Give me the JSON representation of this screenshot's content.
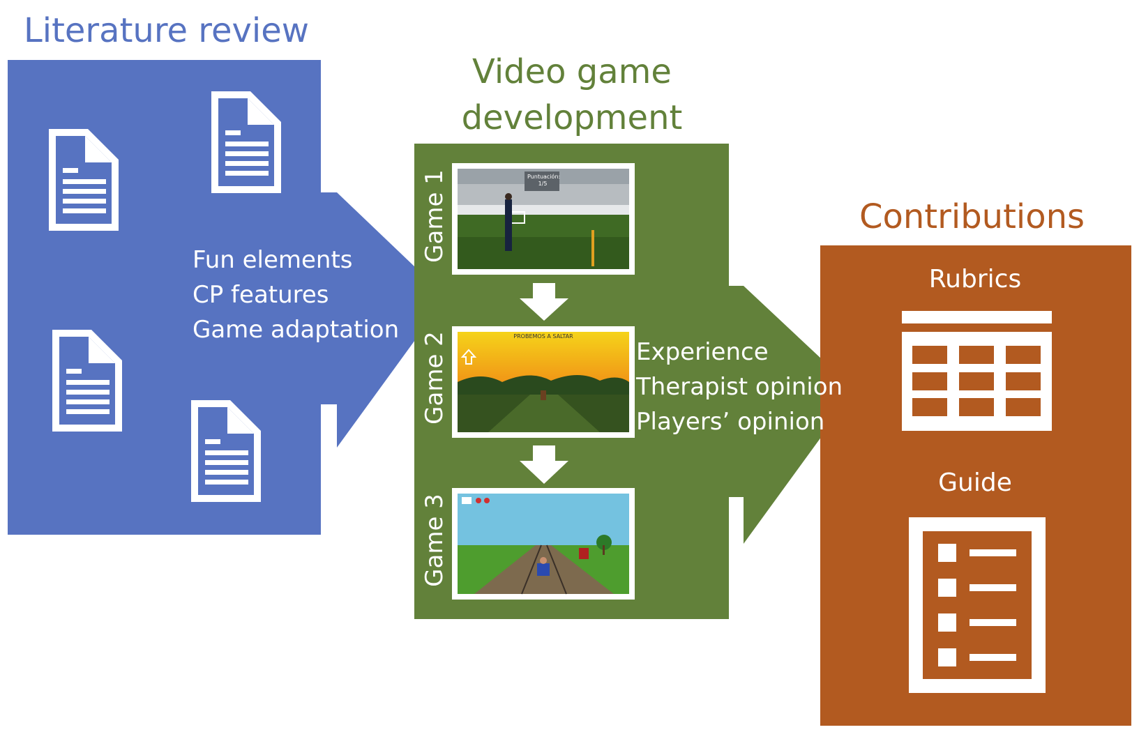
{
  "literature_review": {
    "title": "Literature review",
    "items": [
      "Fun elements",
      "CP features",
      "Game adaptation"
    ],
    "icon": "document-icon"
  },
  "video_game_development": {
    "title_line1": "Video game",
    "title_line2": "development",
    "games": [
      {
        "label": "Game 1",
        "screen_hud": "Puntuación:",
        "screen_score": "1/5"
      },
      {
        "label": "Game 2",
        "screen_hud": "PROBEMOS A SALTAR"
      },
      {
        "label": "Game 3"
      }
    ],
    "items": [
      "Experience",
      "Therapist opinion",
      "Players’ opinion"
    ]
  },
  "contributions": {
    "title": "Contributions",
    "rubrics_label": "Rubrics",
    "guide_label": "Guide"
  },
  "colors": {
    "blue": "#5773c1",
    "green": "#62813a",
    "orange": "#b25a20"
  }
}
